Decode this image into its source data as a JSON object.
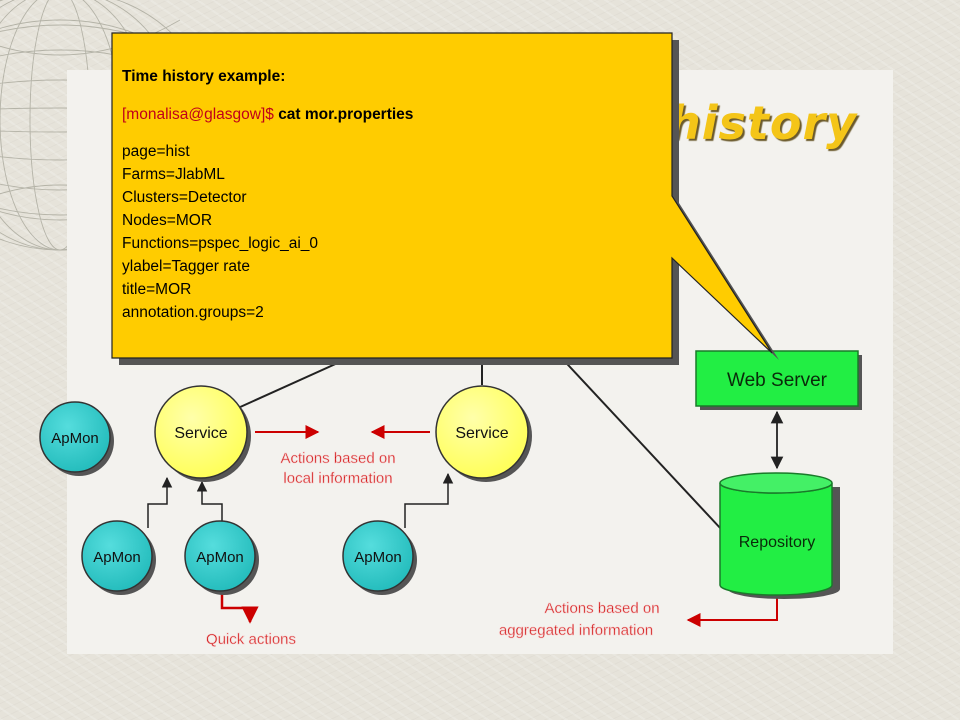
{
  "title_fragment": "history",
  "callout": {
    "heading": "Time history example:",
    "prompt": "[monalisa@glasgow]$",
    "command": "cat mor.properties",
    "lines": [
      "page=hist",
      "Farms=JlabML",
      "Clusters=Detector",
      "Nodes=MOR",
      "Functions=pspec_logic_ai_0",
      "ylabel=Tagger rate",
      "title=MOR",
      "annotation.groups=2"
    ]
  },
  "nodes": {
    "web_server": "Web Server",
    "repository": "Repository",
    "service_left": "Service",
    "service_right": "Service",
    "apmon_left": "ApMon",
    "apmon_bottom_1": "ApMon",
    "apmon_bottom_2": "ApMon",
    "apmon_bottom_3": "ApMon"
  },
  "labels": {
    "local_actions_1": "Actions based on",
    "local_actions_2": "local information",
    "quick_actions": "Quick actions",
    "aggregated_actions_1": "Actions based on",
    "aggregated_actions_2": "aggregated information"
  },
  "colors": {
    "callout_fill": "#ffcc00",
    "service_fill": "#ffff66",
    "apmon_fill": "#33cccc",
    "green_fill": "#33dd55",
    "red_label": "#cc0000"
  }
}
